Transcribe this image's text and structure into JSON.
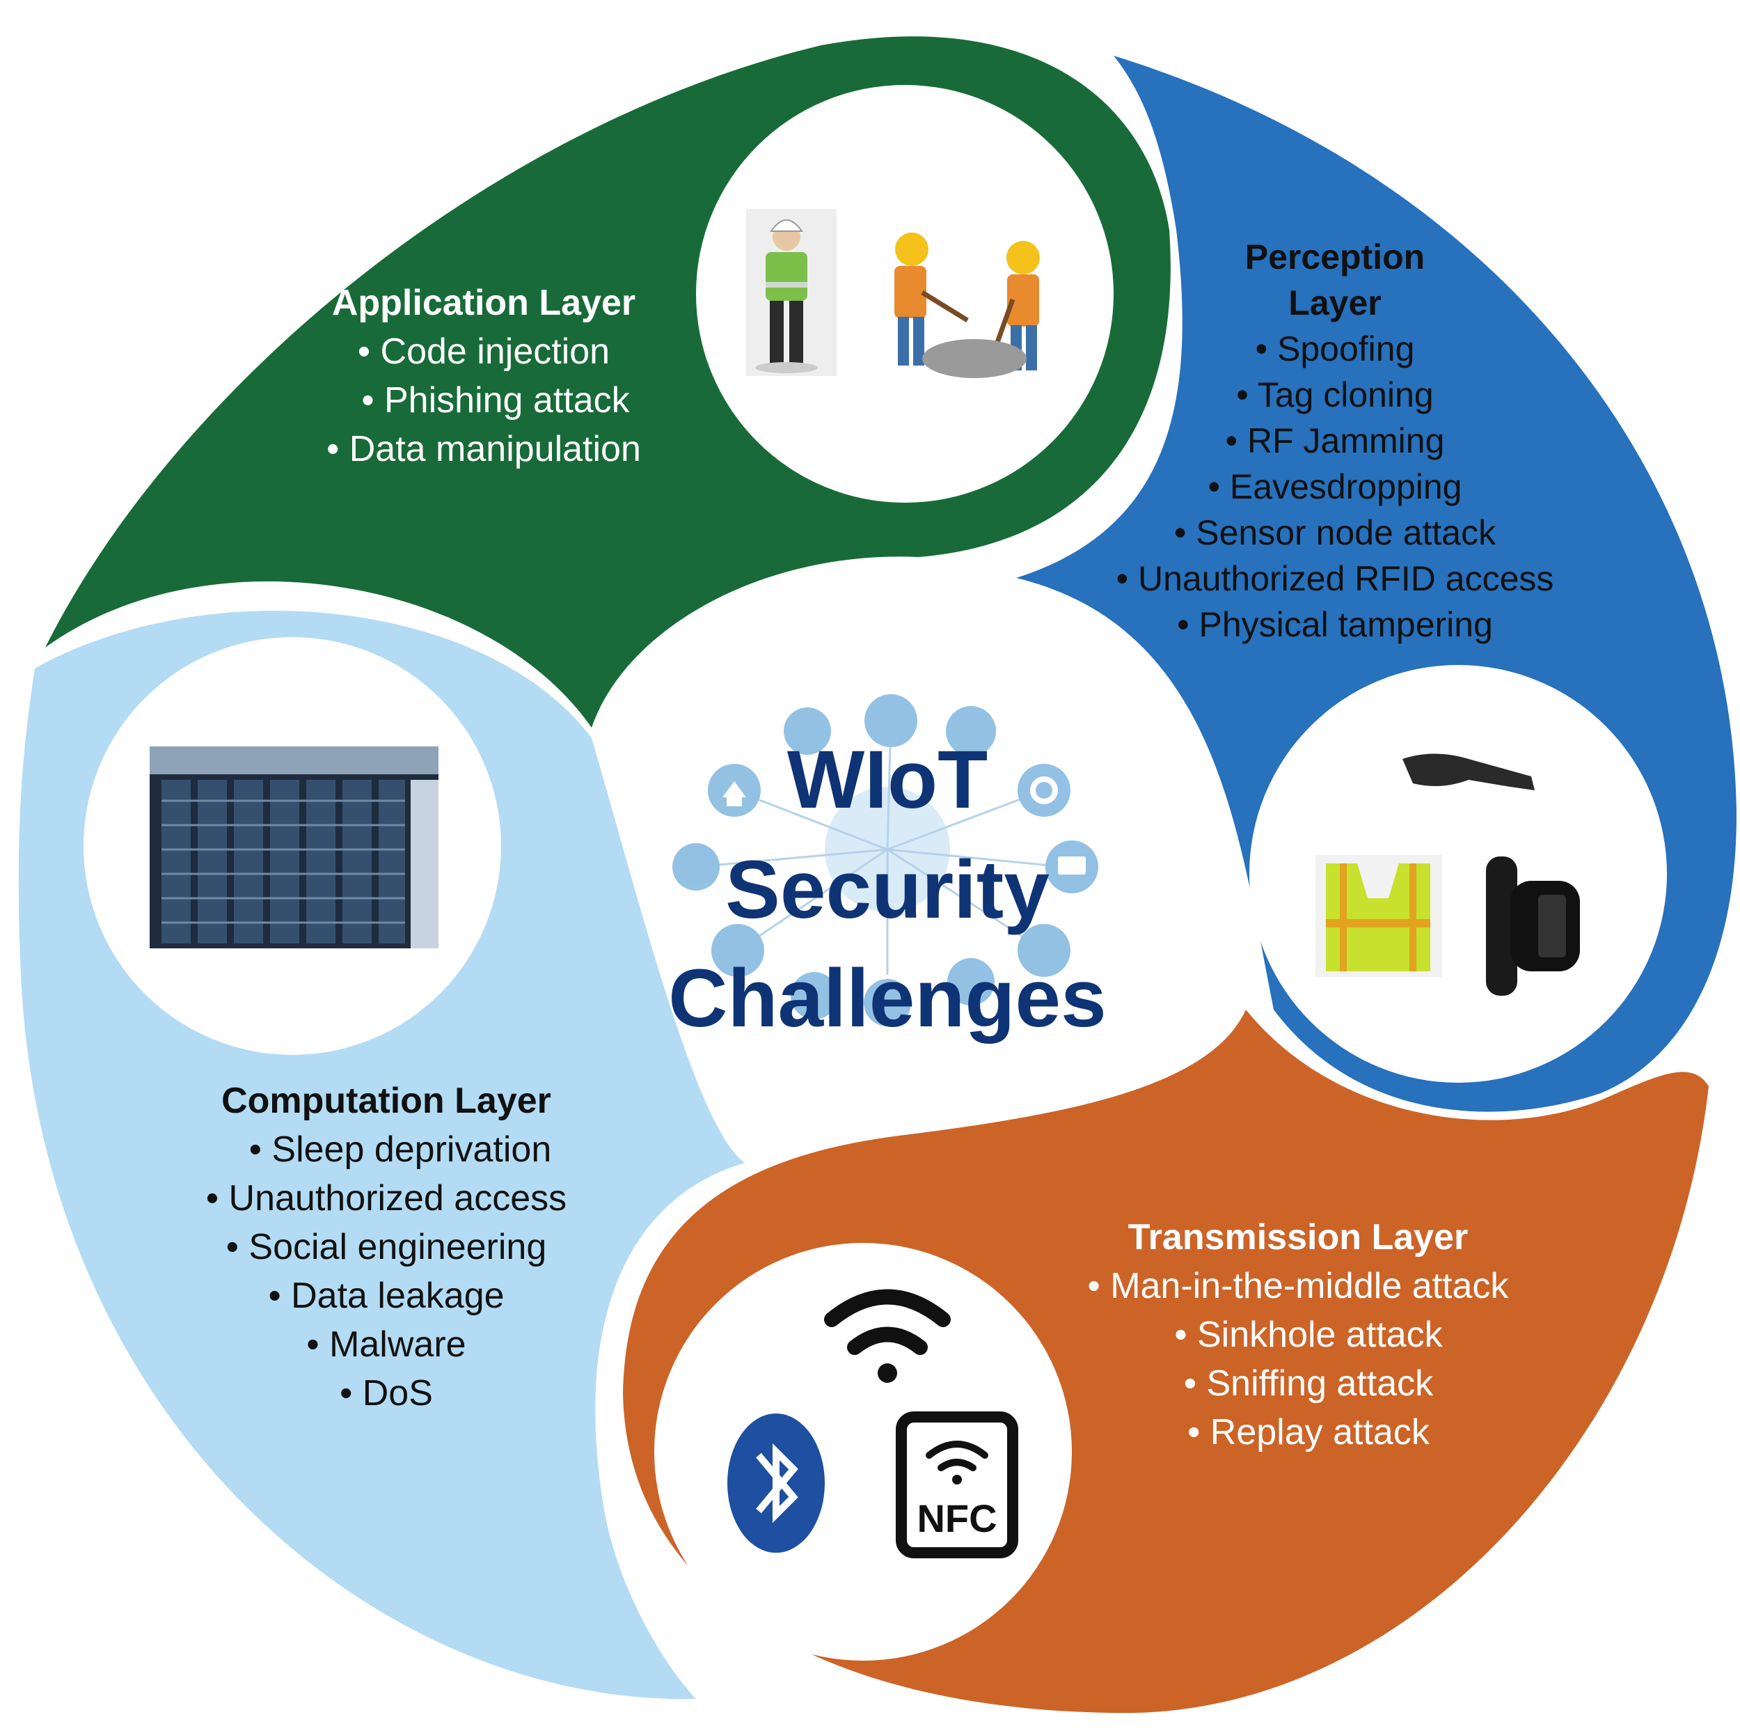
{
  "center": {
    "lines": [
      "WIoT",
      "Security",
      "Challenges"
    ]
  },
  "colors": {
    "application": "#186b38",
    "perception": "#2771bd",
    "transmission": "#cc6428",
    "computation": "#b3dbf4",
    "center_text": "#0f3475",
    "network_icons": "#7fb7e0"
  },
  "layers": {
    "application": {
      "title": "Application Layer",
      "items": [
        "• Code injection",
        "• Phishing attack",
        "• Data manipulation"
      ],
      "image": "construction-workers-illustration"
    },
    "perception": {
      "title_lines": [
        "Perception",
        "Layer"
      ],
      "items": [
        "• Spoofing",
        "• Tag cloning",
        "• RF Jamming",
        "• Eavesdropping",
        "• Sensor node attack",
        "• Unauthorized RFID access",
        "• Physical tampering"
      ],
      "image": "wearable-devices-illustration"
    },
    "transmission": {
      "title": "Transmission Layer",
      "items": [
        "• Man-in-the-middle attack",
        "• Sinkhole attack",
        "• Sniffing attack",
        "• Replay attack"
      ],
      "icons": [
        "wifi-icon",
        "bluetooth-icon",
        "nfc-icon"
      ],
      "nfc_label": "NFC"
    },
    "computation": {
      "title": "Computation Layer",
      "items": [
        "• Sleep deprivation",
        "• Unauthorized access",
        "• Social engineering",
        "• Data leakage",
        "• Malware",
        "• DoS"
      ],
      "image": "server-racks-photo"
    }
  }
}
